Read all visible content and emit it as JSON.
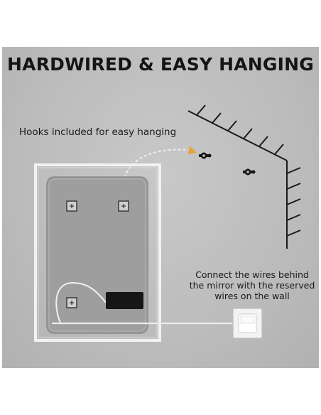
{
  "headline": "HARDWIRED & EASY HANGING",
  "captions": {
    "hooks": "Hooks included for easy hanging",
    "wires_line1": "Connect the wires behind",
    "wires_line2": "the mirror with the reserved",
    "wires_line3": "wires on the wall"
  },
  "icons": {
    "hook_left": "wall-hook-icon",
    "hook_right": "wall-hook-icon",
    "arrow": "dashed-curved-arrow-icon",
    "wall_switch": "wall-switch-icon",
    "junction_box": "junction-box-icon",
    "mirror_bracket": "bracket-plus-icon"
  },
  "colors": {
    "panel_background": "#bdbdbd",
    "text": "#141414",
    "arrow_accent": "#e8a23a",
    "dashed_arrow": "#e8e8e8",
    "junction_box": "#161616",
    "wall_lines": "#1a1a1a"
  }
}
